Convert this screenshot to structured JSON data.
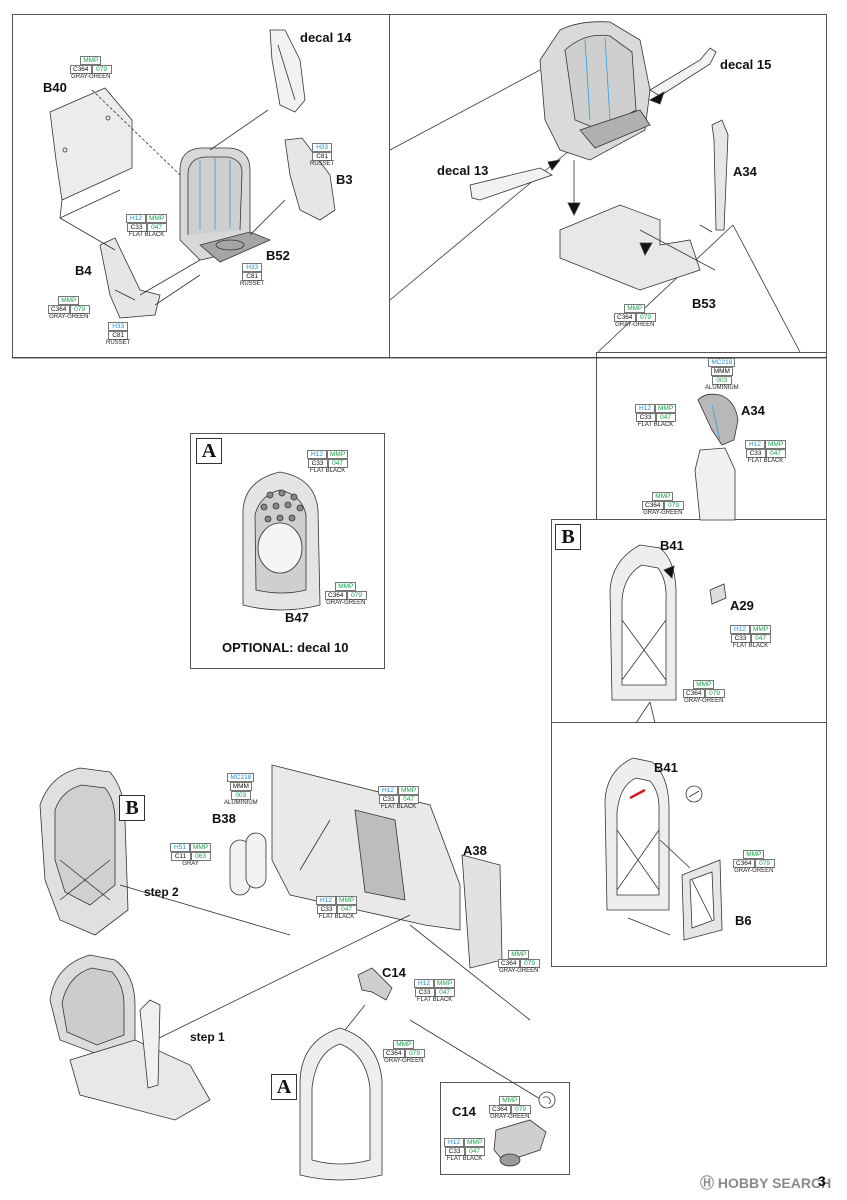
{
  "labels": {
    "decal14": "decal 14",
    "decal15": "decal 15",
    "decal13": "decal 13",
    "b40": "B40",
    "b3": "B3",
    "b52": "B52",
    "b4": "B4",
    "a34": "A34",
    "b53": "B53",
    "a34b": "A34",
    "b47": "B47",
    "optional": "OPTIONAL: decal 10",
    "b41": "B41",
    "a29": "A29",
    "b41b": "B41",
    "b6": "B6",
    "b38": "B38",
    "a38": "A38",
    "step2": "step 2",
    "step1": "step 1",
    "c14": "C14",
    "c14b": "C14"
  },
  "boxes": {
    "a_top": "A",
    "b_mid": "B",
    "b_left": "B",
    "a_bottom": "A"
  },
  "paint": {
    "p1": {
      "h": "",
      "m": "MMP",
      "c": "C364",
      "m2": "079",
      "name": "GRAY-GREEN"
    },
    "p2": {
      "h": "H33",
      "m": "",
      "c": "C81",
      "m2": "",
      "name": "RUSSET"
    },
    "p3": {
      "h": "H12",
      "m": "MMP",
      "c": "C33",
      "m2": "047",
      "name": "FLAT BLACK"
    },
    "p4": {
      "h": "H33",
      "m": "",
      "c": "C81",
      "m2": "",
      "name": "RUSSET"
    },
    "p5": {
      "h": "",
      "m": "MMP",
      "c": "C364",
      "m2": "079",
      "name": "GRAY-GREEN"
    },
    "p6": {
      "h": "H33",
      "m": "",
      "c": "C81",
      "m2": "",
      "name": "RUSSET"
    },
    "p7": {
      "h": "",
      "m": "MMP",
      "c": "C364",
      "m2": "079",
      "name": "GRAY-GREEN"
    },
    "p8": {
      "h": "MC218",
      "m": "",
      "c": "MMM",
      "m2": "003",
      "name": "ALUMINIUM"
    },
    "p9": {
      "h": "H12",
      "m": "MMP",
      "c": "C33",
      "m2": "047",
      "name": "FLAT BLACK"
    },
    "p10": {
      "h": "H12",
      "m": "MMP",
      "c": "C33",
      "m2": "047",
      "name": "FLAT BLACK"
    },
    "p11": {
      "h": "",
      "m": "MMP",
      "c": "C364",
      "m2": "079",
      "name": "GRAY-GREEN"
    },
    "p12": {
      "h": "H12",
      "m": "MMP",
      "c": "C33",
      "m2": "047",
      "name": "FLAT BLACK"
    },
    "p13": {
      "h": "",
      "m": "MMP",
      "c": "C364",
      "m2": "079",
      "name": "GRAY-GREEN"
    },
    "p14": {
      "h": "H12",
      "m": "MMP",
      "c": "C33",
      "m2": "047",
      "name": "FLAT BLACK"
    },
    "p15": {
      "h": "",
      "m": "MMP",
      "c": "C364",
      "m2": "079",
      "name": "GRAY-GREEN"
    },
    "p16": {
      "h": "",
      "m": "MMP",
      "c": "C364",
      "m2": "079",
      "name": "GRAY-GREEN"
    },
    "p17": {
      "h": "MC218",
      "m": "",
      "c": "MMM",
      "m2": "003",
      "name": "ALUMINIUM"
    },
    "p18": {
      "h": "H12",
      "m": "MMP",
      "c": "C33",
      "m2": "047",
      "name": "FLAT BLACK"
    },
    "p19": {
      "h": "H51",
      "m": "MMP",
      "c": "C11",
      "m2": "063",
      "name": "GRAY"
    },
    "p20": {
      "h": "H12",
      "m": "MMP",
      "c": "C33",
      "m2": "047",
      "name": "FLAT BLACK"
    },
    "p21": {
      "h": "",
      "m": "MMP",
      "c": "C364",
      "m2": "079",
      "name": "GRAY-GREEN"
    },
    "p22": {
      "h": "H12",
      "m": "MMP",
      "c": "C33",
      "m2": "047",
      "name": "FLAT BLACK"
    },
    "p23": {
      "h": "",
      "m": "MMP",
      "c": "C364",
      "m2": "079",
      "name": "GRAY-GREEN"
    },
    "p24": {
      "h": "",
      "m": "MMP",
      "c": "C364",
      "m2": "079",
      "name": "GRAY-GREEN"
    },
    "p25": {
      "h": "H12",
      "m": "MMP",
      "c": "C33",
      "m2": "047",
      "name": "FLAT BLACK"
    }
  },
  "watermark": "HOBBY SEARCH",
  "page_number": "3"
}
